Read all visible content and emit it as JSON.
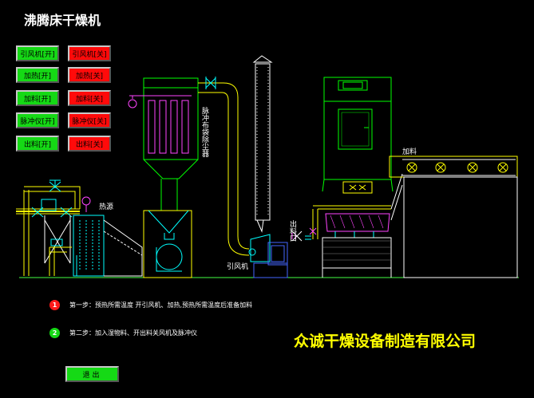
{
  "title": "沸腾床干燥机",
  "controls": [
    {
      "id": "fan",
      "on": "引风机[开]",
      "off": "引风机[关]"
    },
    {
      "id": "heat",
      "on": "加热[开]",
      "off": "加热[关]"
    },
    {
      "id": "feed",
      "on": "加料[开]",
      "off": "加料[关]"
    },
    {
      "id": "pulse",
      "on": "脉冲仪[开]",
      "off": "脉冲仪[关]"
    },
    {
      "id": "discharge",
      "on": "出料[开]",
      "off": "出料[关]"
    }
  ],
  "diagram": {
    "heat_source": "热源",
    "dust_collector": "脉冲布袋除尘器",
    "induced_fan": "引风机",
    "outlet": "出料口",
    "feed": "加料"
  },
  "steps": [
    {
      "num": "1",
      "color": "#ff1a1a",
      "text": "第一步：预热所需温度   开引风机、加热,预热所需温度后准备加料"
    },
    {
      "num": "2",
      "color": "#15d915",
      "text": "第二步：加入湿物料、开出料关风机及脉冲仪"
    }
  ],
  "company": "众诚干燥设备制造有限公司",
  "exit_label": "退出"
}
